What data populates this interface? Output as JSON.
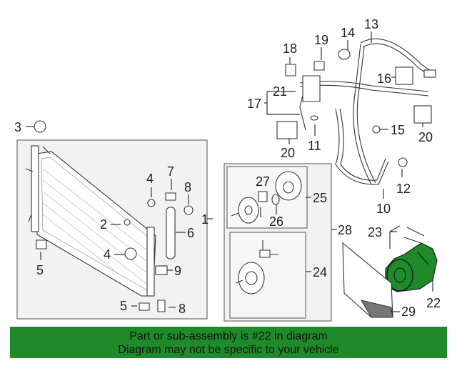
{
  "callouts": {
    "c1": "1",
    "c2": "2",
    "c3": "3",
    "c4a": "4",
    "c4b": "4",
    "c5a": "5",
    "c5b": "5",
    "c6": "6",
    "c7": "7",
    "c8a": "8",
    "c8b": "8",
    "c9": "9",
    "c10": "10",
    "c11": "11",
    "c12": "12",
    "c13": "13",
    "c14": "14",
    "c15": "15",
    "c16": "16",
    "c17": "17",
    "c18": "18",
    "c19": "19",
    "c20a": "20",
    "c20b": "20",
    "c21": "21",
    "c22": "22",
    "c23": "23",
    "c24": "24",
    "c25": "25",
    "c26": "26",
    "c27": "27",
    "c28": "28",
    "c29": "29"
  },
  "highlighted_part": "22",
  "highlight_color": "#1f8a2a",
  "banner": {
    "line1": "Part or sub-assembly is #22 in diagram",
    "line2": "Diagram may not be specific to your vehicle"
  }
}
